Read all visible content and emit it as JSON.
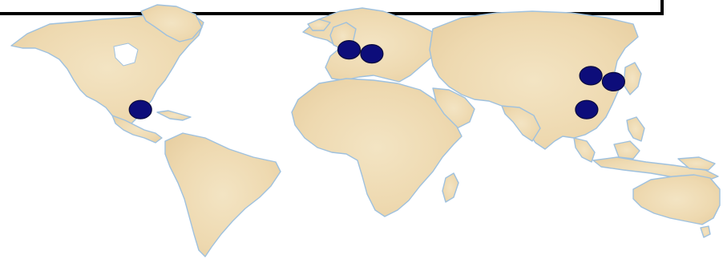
{
  "map": {
    "land_color": "#efdcb4",
    "coast_color": "#9fc1de",
    "marker_color": "#0d0d7a",
    "frame_color": "#000000",
    "markers": [
      {
        "name": "mexico",
        "lon": -102,
        "lat": 23
      },
      {
        "name": "united-kingdom",
        "lon": -1,
        "lat": 53
      },
      {
        "name": "germany",
        "lon": 10,
        "lat": 51
      },
      {
        "name": "beijing",
        "lon": 116,
        "lat": 40
      },
      {
        "name": "korea",
        "lon": 127,
        "lat": 37
      },
      {
        "name": "guangzhou",
        "lon": 114,
        "lat": 23
      }
    ]
  }
}
